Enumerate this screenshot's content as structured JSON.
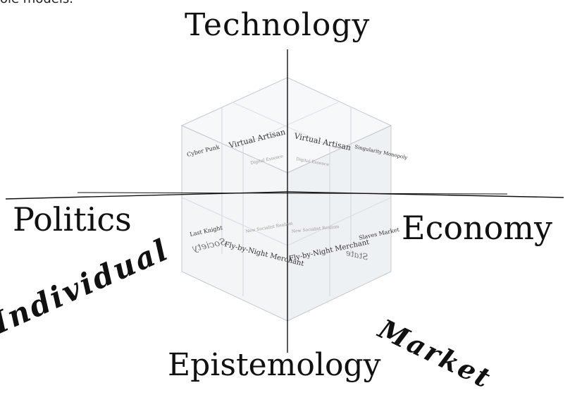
{
  "caption": "ole models.",
  "axes": {
    "top": "Technology",
    "left": "Politics",
    "right": "Economy",
    "bottom": "Epistemology",
    "diag_left": "Individual",
    "diag_right": "Market"
  },
  "cells": {
    "cyber_punk": "Cyber Punk",
    "virtual_artisan_left": "Virtual Artisan",
    "virtual_artisan_right": "Virtual Artisan",
    "singularity_monopoly": "Singularity Monopoly",
    "digital_essence_left": "Digital Essence",
    "digital_essence_right": "Digital Essence",
    "last_knight": "Last Knight",
    "fly_by_night_left": "Fly-by-Night Merchant",
    "fly_by_night_right": "Fly-by-Night Merchant",
    "slaves_market": "Slaves Market",
    "new_socialist_realism_left": "New Socialist Realism",
    "new_socialist_realism_right": "New Socialist Realism",
    "society_mirror": "Society",
    "state_mirror": "State"
  },
  "colors": {
    "axis": "#111111",
    "cube_edge": "#bfc3c7",
    "cube_face": "#f4f6f8",
    "cell_text": "#333333",
    "faint_text": "#999999"
  }
}
